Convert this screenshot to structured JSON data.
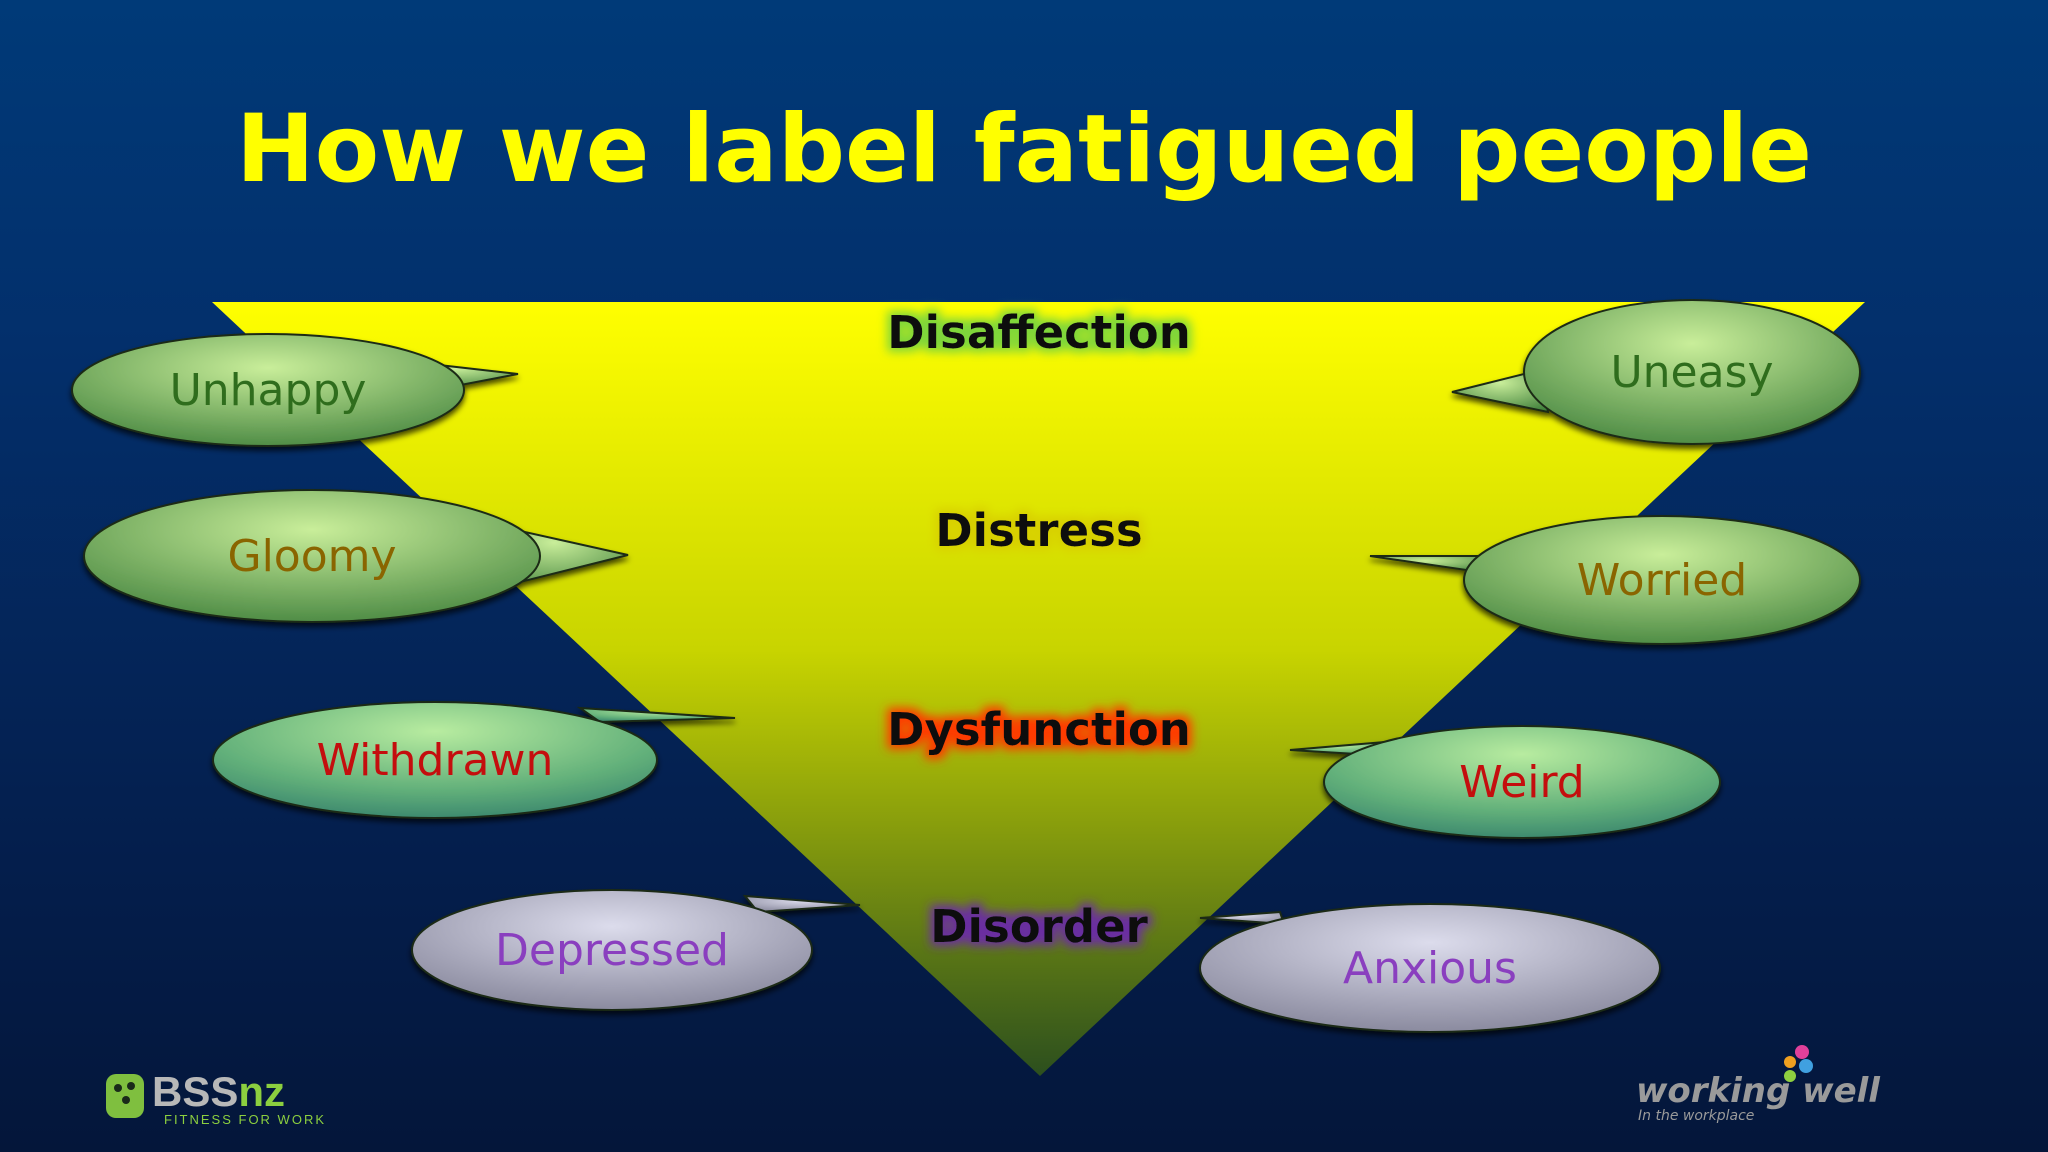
{
  "title": "How we label fatigued people",
  "colors": {
    "title": "#ffff00",
    "triangle_top": "#ffff00",
    "triangle_bottom": "#2c4f1e",
    "bubble_green_light": "#c9ee9a",
    "bubble_green_dark": "#3e7f3a",
    "bubble_grey_light": "#dcdcec",
    "bubble_grey_dark": "#7f7f94"
  },
  "levels": [
    {
      "label": "Disaffection",
      "glow": "#7fd63a"
    },
    {
      "label": "Distress",
      "glow": "#d8d000"
    },
    {
      "label": "Dysfunction",
      "glow": "#ff3a00"
    },
    {
      "label": "Disorder",
      "glow": "#6a2ea0"
    }
  ],
  "bubbles": {
    "left": [
      {
        "label": "Unhappy",
        "color": "#2f6d1d",
        "style": "green"
      },
      {
        "label": "Gloomy",
        "color": "#8a6500",
        "style": "green"
      },
      {
        "label": "Withdrawn",
        "color": "#c40e0e",
        "style": "teal"
      },
      {
        "label": "Depressed",
        "color": "#8a3fbf",
        "style": "grey"
      }
    ],
    "right": [
      {
        "label": "Uneasy",
        "color": "#2f6d1d",
        "style": "green"
      },
      {
        "label": "Worried",
        "color": "#8a6500",
        "style": "green"
      },
      {
        "label": "Weird",
        "color": "#c40e0e",
        "style": "teal"
      },
      {
        "label": "Anxious",
        "color": "#8a3fbf",
        "style": "grey"
      }
    ]
  },
  "logos": {
    "left": {
      "name": "BSSNZ",
      "tagline": "FITNESS FOR WORK"
    },
    "right": {
      "name": "working well",
      "tagline": "In the workplace"
    }
  }
}
